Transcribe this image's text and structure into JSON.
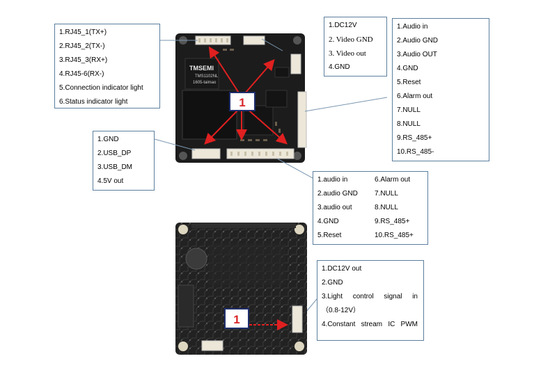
{
  "top_board": {
    "silkscreen": [
      "TMSEMI",
      "TMS1102NL",
      "1605-taimao"
    ],
    "marker": "1"
  },
  "bottom_board": {
    "marker": "1"
  },
  "callouts": {
    "rj45": [
      "1.RJ45_1(TX+)",
      "2.RJ45_2(TX-)",
      "3.RJ45_3(RX+)",
      "4.RJ45-6(RX-)",
      "5.Connection indicator light",
      "6.Status indicator light"
    ],
    "dc12v": [
      "1.DC12V",
      "2. Video GND",
      "3. Video out",
      "4.GND"
    ],
    "audio": [
      "1.Audio in",
      "2.Audio GND",
      "3.Audio OUT",
      "4.GND",
      "5.Reset",
      "6.Alarm out",
      "7.NULL",
      "8.NULL",
      "9.RS_485+",
      "10.RS_485-"
    ],
    "usb": [
      "1.GND",
      "2.USB_DP",
      "3.USB_DM",
      "4.5V out"
    ],
    "audio2": [
      [
        "1.audio in",
        "6.Alarm out"
      ],
      [
        "2.audio GND",
        "7.NULL"
      ],
      [
        "3.audio out",
        "8.NULL"
      ],
      [
        "4.GND",
        "9.RS_485+"
      ],
      [
        "5.Reset",
        "10.RS_485+"
      ]
    ],
    "power": {
      "l1": "1.DC12V out",
      "l2": "2.GND",
      "l3": [
        "3.Light",
        "control",
        "signal",
        "in"
      ],
      "l4": "（0.8-12V）",
      "l5": [
        "4.Constant",
        "stream",
        "IC",
        "PWM"
      ]
    }
  },
  "colors": {
    "callout_border": "#5b7f9e",
    "leader_line": "#7a96b0",
    "marker_border": "#1f2f6e",
    "marker_text": "#d9262b",
    "arrow": "#e02020",
    "pcb": "#1c1c1c",
    "header": "#ece7d8"
  }
}
